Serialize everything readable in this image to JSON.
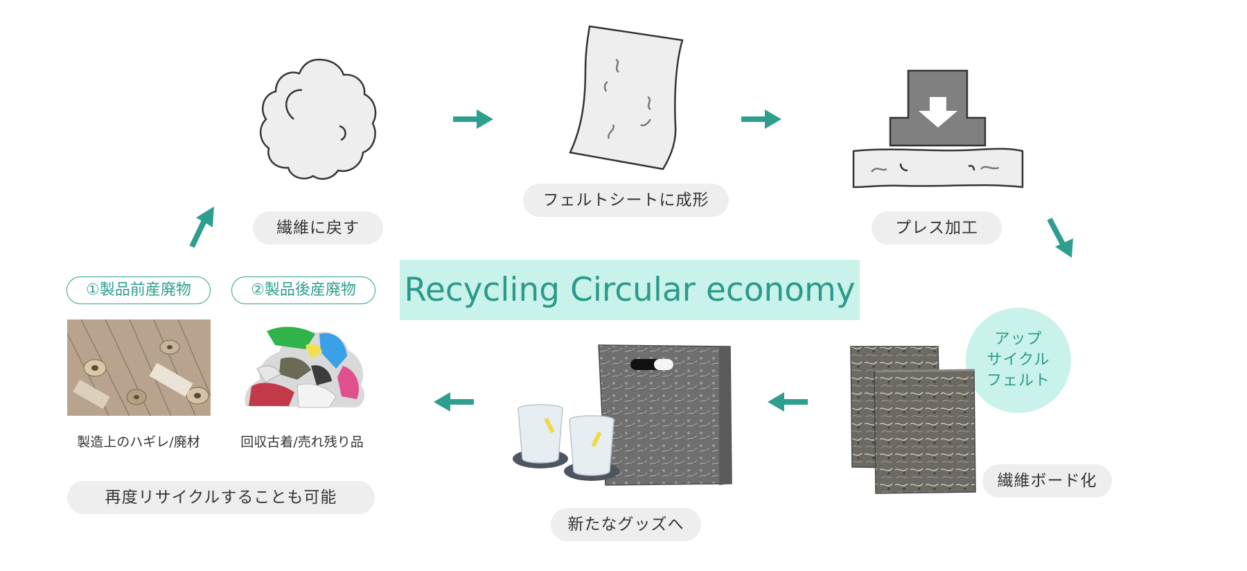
{
  "title": "Recycling Circular economy",
  "steps": {
    "fiber": "繊維に戻す",
    "felt_sheet": "フェルトシートに成形",
    "press": "プレス加工",
    "board": "繊維ボード化",
    "goods": "新たなグッズへ"
  },
  "badge_lines": [
    "アップ",
    "サイクル",
    "フェルト"
  ],
  "sources": {
    "pre_label": "①製品前産廃物",
    "post_label": "②製品後産廃物",
    "pre_caption": "製造上のハギレ/廃材",
    "post_caption": "回収古着/売れ残り品"
  },
  "recycle_again": "再度リサイクルすることも可能",
  "colors": {
    "accent": "#2e9e8f",
    "accent_light": "#c9f2ea",
    "pill": "#eeeeee"
  }
}
